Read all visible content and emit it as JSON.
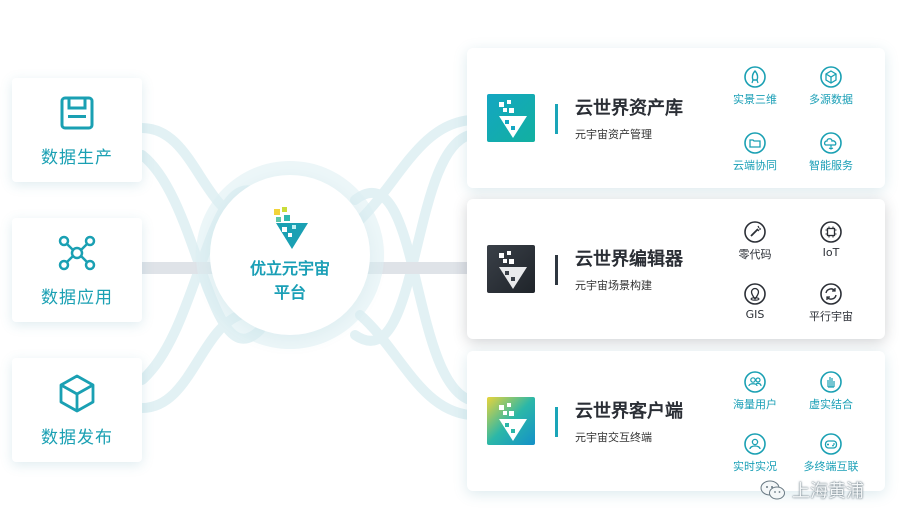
{
  "colors": {
    "accent": "#1aa0b3",
    "dark": "#2b2f36",
    "connector": "#d8eef2"
  },
  "left_items": [
    {
      "label": "数据生产",
      "icon": "save-icon"
    },
    {
      "label": "数据应用",
      "icon": "network-nodes-icon"
    },
    {
      "label": "数据发布",
      "icon": "cube-icon"
    }
  ],
  "center": {
    "line1": "优立元宇宙",
    "line2": "平台",
    "icon": "pixel-triangle-logo-icon"
  },
  "products": [
    {
      "title": "云世界资产库",
      "subtitle": "元宇宙资产管理",
      "features": [
        {
          "label": "实景三维",
          "icon": "rocket-icon"
        },
        {
          "label": "多源数据",
          "icon": "box-icon"
        },
        {
          "label": "云端协同",
          "icon": "folder-icon"
        },
        {
          "label": "智能服务",
          "icon": "cloud-share-icon"
        }
      ]
    },
    {
      "title": "云世界编辑器",
      "subtitle": "元宇宙场景构建",
      "features": [
        {
          "label": "零代码",
          "icon": "magic-wand-icon"
        },
        {
          "label": "IoT",
          "icon": "chip-icon"
        },
        {
          "label": "GIS",
          "icon": "map-pin-icon"
        },
        {
          "label": "平行宇宙",
          "icon": "sync-arrows-icon"
        }
      ]
    },
    {
      "title": "云世界客户端",
      "subtitle": "元宇宙交互终端",
      "features": [
        {
          "label": "海量用户",
          "icon": "users-icon"
        },
        {
          "label": "虚实结合",
          "icon": "hand-icon"
        },
        {
          "label": "实时实况",
          "icon": "person-icon"
        },
        {
          "label": "多终端互联",
          "icon": "gamepad-icon"
        }
      ]
    }
  ],
  "watermark": {
    "text": "上海黄浦",
    "icon": "wechat-icon"
  }
}
